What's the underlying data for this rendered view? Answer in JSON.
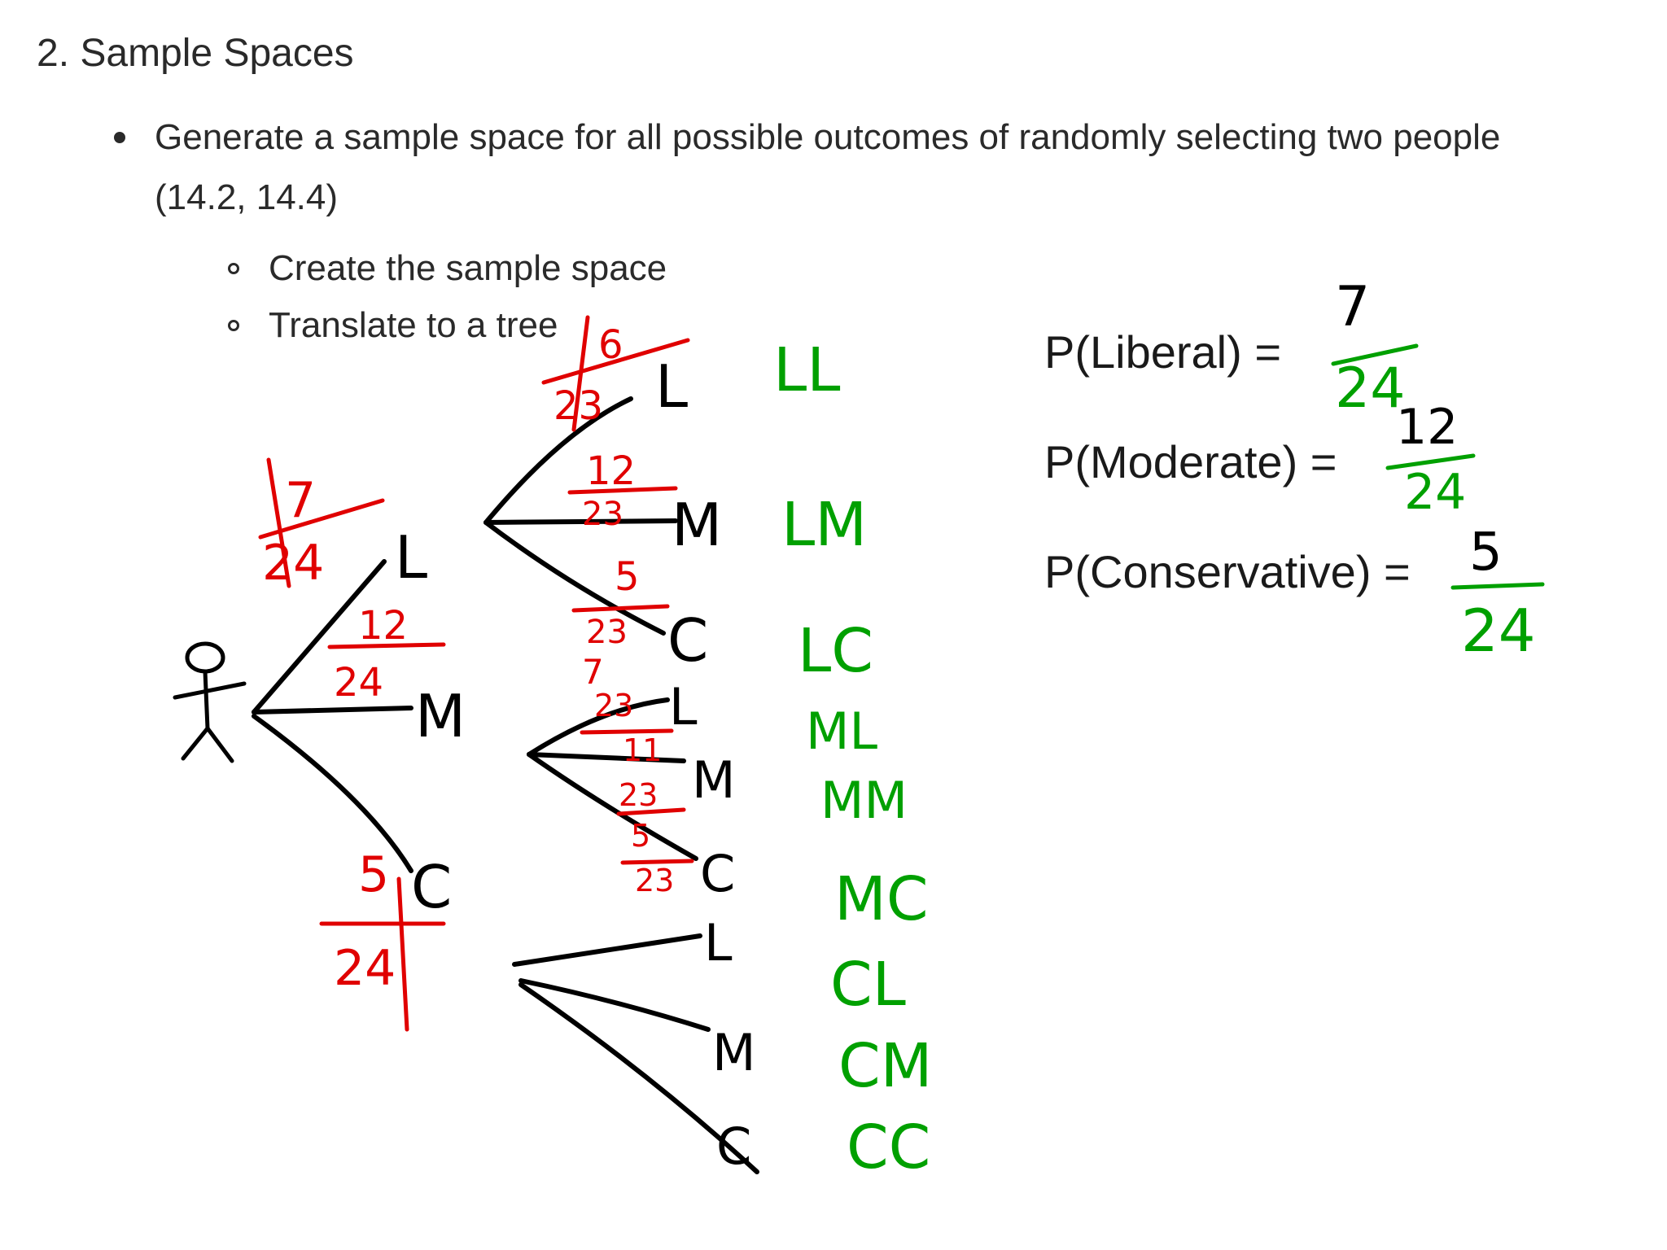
{
  "heading": "2. Sample Spaces",
  "bullet": {
    "text": "Generate a sample space for all possible outcomes of randomly selecting two people (14.2, 14.4)"
  },
  "sub_bullets": [
    "Create the sample space",
    "Translate to a tree"
  ],
  "probabilities": [
    {
      "label": "P(Liberal) =",
      "numerator": "7",
      "denominator": "24"
    },
    {
      "label": "P(Moderate) =",
      "numerator": "12",
      "denominator": "24"
    },
    {
      "label": "P(Conservative) =",
      "numerator": "5",
      "denominator": "24"
    }
  ],
  "tree": {
    "first_level": [
      {
        "node": "L",
        "num": "7",
        "den": "24"
      },
      {
        "node": "M",
        "num": "12",
        "den": "24"
      },
      {
        "node": "C",
        "num": "5",
        "den": "24"
      }
    ],
    "second_level_nodes": [
      "L",
      "M",
      "C",
      "L",
      "M",
      "C",
      "L",
      "M",
      "C"
    ],
    "second_level_fractions": [
      {
        "num": "6",
        "den": "23"
      },
      {
        "num": "12",
        "den": "23"
      },
      {
        "num": "5",
        "den": "23"
      },
      {
        "num": "7",
        "den": "23"
      },
      {
        "num": "11",
        "den": "23"
      },
      {
        "num": "5",
        "den": "23"
      }
    ],
    "outcomes": [
      "LL",
      "LM",
      "LC",
      "ML",
      "MM",
      "MC",
      "CL",
      "CM",
      "CC"
    ]
  },
  "colors": {
    "ink_black": "#000000",
    "ink_red": "#e00000",
    "ink_green": "#00a000",
    "text": "#2a2a2a"
  }
}
